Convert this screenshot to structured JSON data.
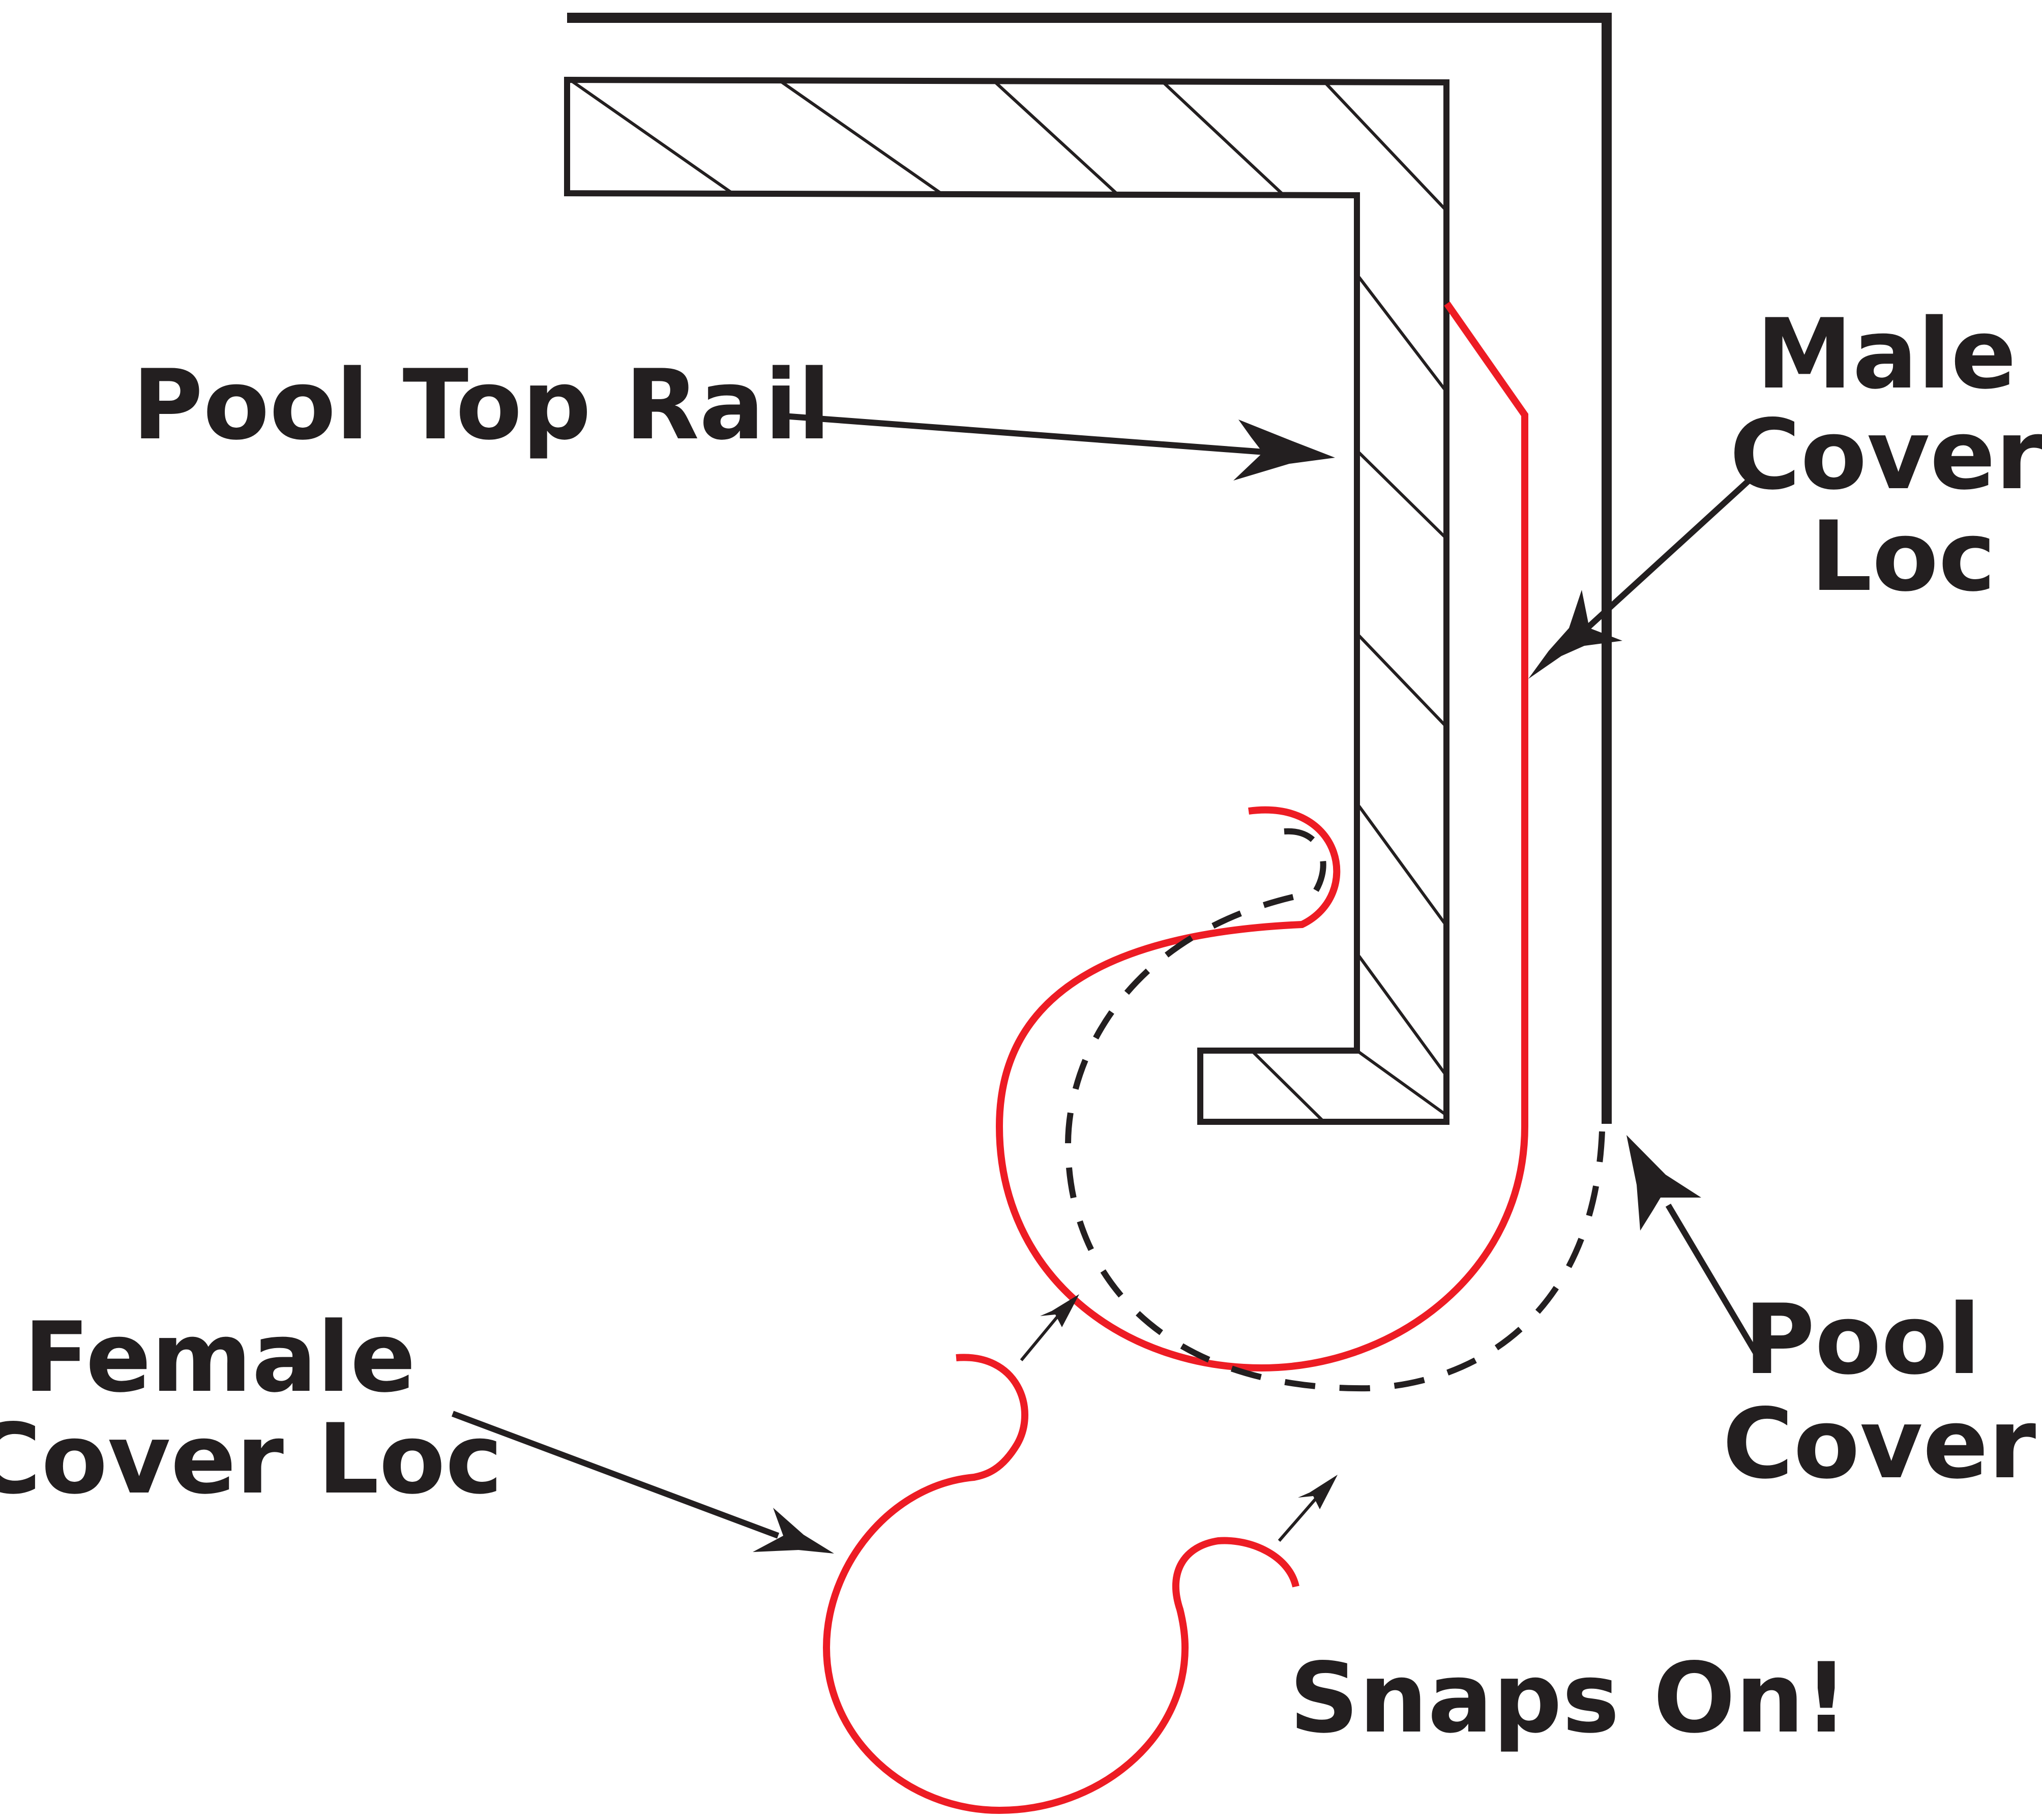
{
  "colors": {
    "ink": "#231f20",
    "accent": "#ed1c24",
    "background": "#ffffff"
  },
  "labels": {
    "pool_top_rail": "Pool Top Rail",
    "male_cover_loc": [
      "Male",
      "Cover",
      "Loc"
    ],
    "pool_cover": [
      "Pool",
      "Cover"
    ],
    "female_cover_loc": [
      "Female",
      "Cover Loc"
    ],
    "snaps_on": "Snaps On!"
  }
}
